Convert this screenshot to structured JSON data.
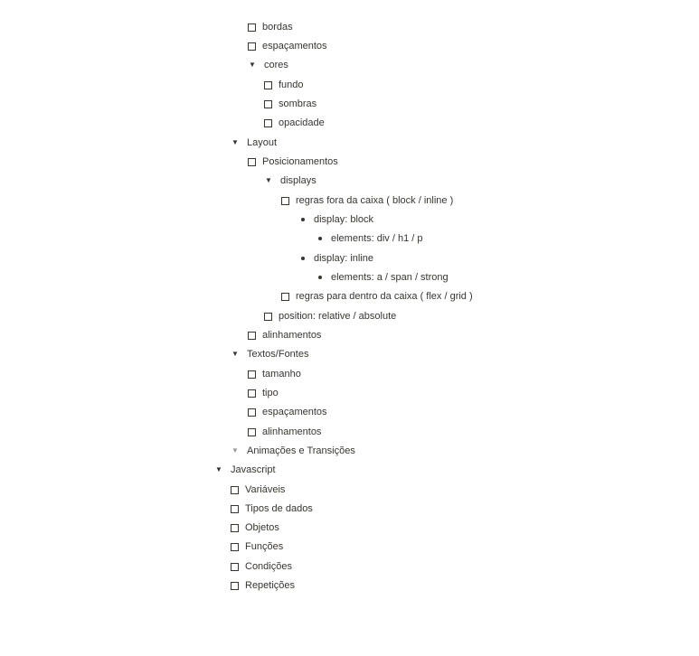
{
  "items": [
    {
      "kind": "check",
      "label": "bordas"
    },
    {
      "kind": "check",
      "label": "espaçamentos"
    },
    {
      "kind": "toggle",
      "label": "cores",
      "expanded": true
    },
    {
      "kind": "check",
      "label": "fundo"
    },
    {
      "kind": "check",
      "label": "sombras"
    },
    {
      "kind": "check",
      "label": "opacidade"
    },
    {
      "kind": "toggle",
      "label": "Layout",
      "expanded": true
    },
    {
      "kind": "check",
      "label": "Posicionamentos"
    },
    {
      "kind": "toggle",
      "label": "displays",
      "expanded": true
    },
    {
      "kind": "check",
      "label": "regras fora da caixa ( block / inline )"
    },
    {
      "kind": "bullet",
      "label": "display: block"
    },
    {
      "kind": "bullet",
      "label": "elements: div / h1 / p"
    },
    {
      "kind": "bullet",
      "label": "display: inline"
    },
    {
      "kind": "bullet",
      "label": "elements: a / span / strong"
    },
    {
      "kind": "check",
      "label": "regras para dentro da caixa ( flex / grid )"
    },
    {
      "kind": "check",
      "label": "position: relative / absolute"
    },
    {
      "kind": "check",
      "label": "alinhamentos"
    },
    {
      "kind": "toggle",
      "label": "Textos/Fontes",
      "expanded": true
    },
    {
      "kind": "check",
      "label": "tamanho"
    },
    {
      "kind": "check",
      "label": "tipo"
    },
    {
      "kind": "check",
      "label": "espaçamentos"
    },
    {
      "kind": "check",
      "label": "alinhamentos"
    },
    {
      "kind": "toggle",
      "label": "Animações e Transições",
      "expanded": false,
      "faded": true
    },
    {
      "kind": "toggle",
      "label": "Javascript",
      "expanded": true
    },
    {
      "kind": "check",
      "label": "Variáveis"
    },
    {
      "kind": "check",
      "label": "Tipos de dados"
    },
    {
      "kind": "check",
      "label": "Objetos"
    },
    {
      "kind": "check",
      "label": "Funções"
    },
    {
      "kind": "check",
      "label": "Condições"
    },
    {
      "kind": "check",
      "label": "Repetições"
    }
  ],
  "glyphs": {
    "expanded": "▼"
  },
  "colors": {
    "text": "#37352f",
    "faded": "#9b9a97",
    "background": "#ffffff"
  }
}
